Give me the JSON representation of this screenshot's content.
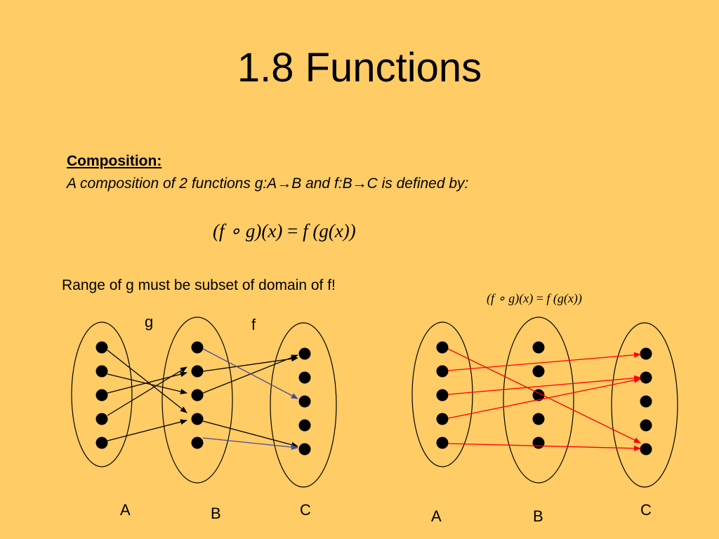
{
  "slide": {
    "title": "1.8 Functions",
    "heading": "Composition:",
    "definition": {
      "part1": "A composition of 2 functions g:A",
      "arrow": "→",
      "part2": "B and f:B",
      "part3": "C is defined by:"
    },
    "formula": {
      "lhs": "(f ∘ g)(x)",
      "eq": "=",
      "rhs": "f (g(x))"
    },
    "note": "Range of g must be subset of domain of f!"
  },
  "left_diagram": {
    "labels": {
      "A": "A",
      "B": "B",
      "C": "C",
      "g": "g",
      "f": "f"
    }
  },
  "right_diagram": {
    "labels": {
      "A": "A",
      "B": "B",
      "C": "C"
    },
    "formula": {
      "lhs": "(f ∘ g)(x)",
      "eq": "=",
      "rhs": "f (g(x))"
    }
  },
  "colors": {
    "background": "#FFCC66",
    "g_arrows": "#000000",
    "f_arrows": "#4A4A9A",
    "composition_arrows": "#FF0000"
  }
}
